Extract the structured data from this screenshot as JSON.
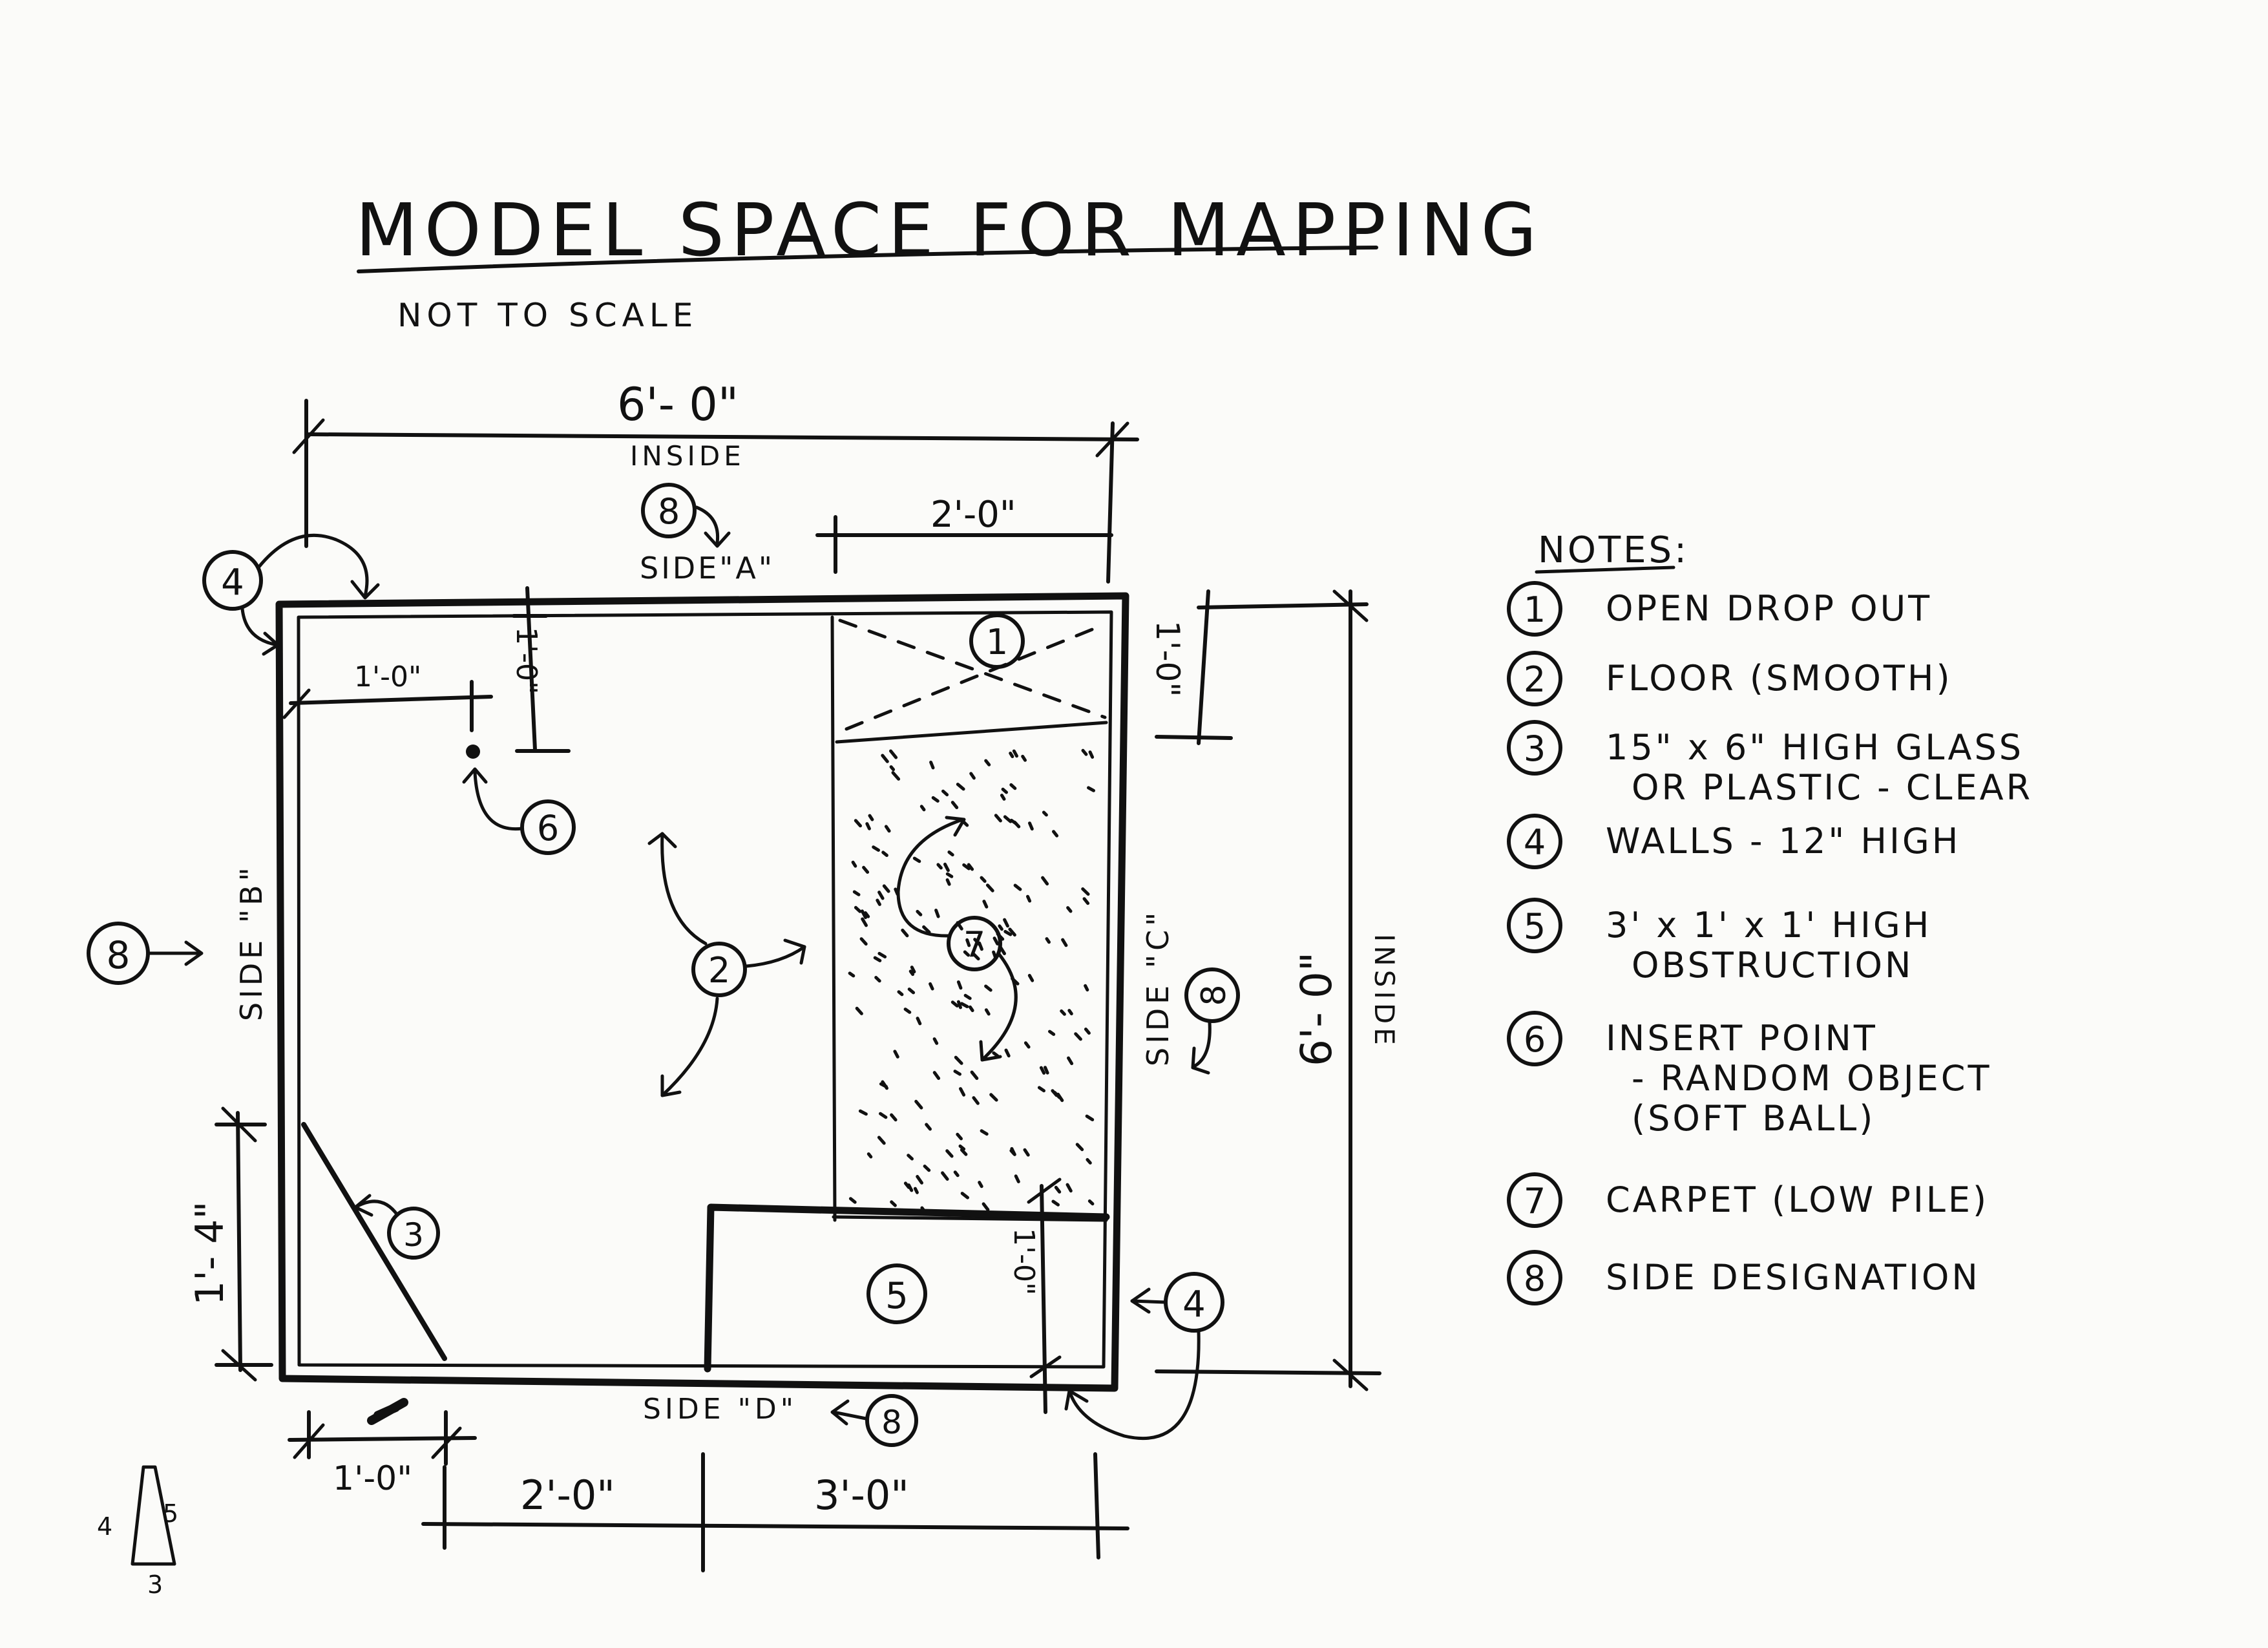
{
  "title": "MODEL SPACE FOR MAPPING",
  "subtitle": "NOT TO SCALE",
  "dimensions": {
    "top_overall": "6'- 0\"",
    "top_inside": "INSIDE",
    "top_dropout": "2'-0\"",
    "left_point_x": "1'-0\"",
    "left_point_y": "1'-0\"",
    "right_dropout": "1'-0\"",
    "right_overall": "6'- 0\"",
    "right_inside": "INSIDE",
    "left_glass": "1'- 4\"",
    "obstruction_height": "1'-0\"",
    "bottom_glass": "1'-0\"",
    "bottom_left": "2'-0\"",
    "bottom_right": "3'-0\""
  },
  "sides": {
    "a": "SIDE\"A\"",
    "b": "SIDE \"B\"",
    "c": "SIDE \"C\"",
    "d": "SIDE \"D\""
  },
  "callouts": {
    "dropout": "1",
    "floor": "2",
    "glass": "3",
    "walls": "4",
    "obstruction": "5",
    "insert_point": "6",
    "carpet": "7",
    "side": "8"
  },
  "notes": {
    "header": "NOTES:",
    "items": [
      {
        "num": "1",
        "lines": [
          "OPEN DROP OUT"
        ]
      },
      {
        "num": "2",
        "lines": [
          "FLOOR (SMOOTH)"
        ]
      },
      {
        "num": "3",
        "lines": [
          "15\" x 6\" HIGH GLASS",
          "OR PLASTIC - CLEAR"
        ]
      },
      {
        "num": "4",
        "lines": [
          "WALLS - 12\" HIGH"
        ]
      },
      {
        "num": "5",
        "lines": [
          "3' x 1' x 1' HIGH",
          "OBSTRUCTION"
        ]
      },
      {
        "num": "6",
        "lines": [
          "INSERT POINT",
          "- RANDOM OBJECT",
          "(SOFT BALL)"
        ]
      },
      {
        "num": "7",
        "lines": [
          "CARPET (LOW PILE)"
        ]
      },
      {
        "num": "8",
        "lines": [
          "SIDE DESIGNATION"
        ]
      }
    ]
  },
  "glass_sketch": {
    "left": "4",
    "right": "5",
    "bottom": "3"
  }
}
